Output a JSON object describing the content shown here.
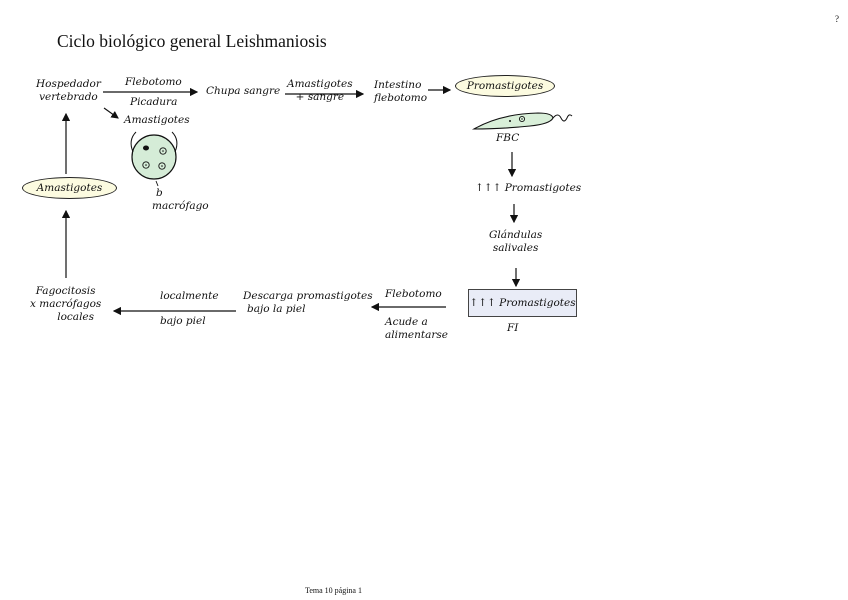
{
  "title": "Ciclo biológico general Leishmaniosis",
  "corner_mark": "?",
  "footer": "Tema 10 página 1",
  "nodes": {
    "hospedador": [
      "Hospedador",
      "vertebrado"
    ],
    "flebotomo_top": "Flebotomo",
    "picadura": "Picadura",
    "chupa_sangre": "Chupa sangre",
    "amastigotes_sangre": [
      "Amastigotes",
      "+ sangre"
    ],
    "intestino": [
      "Intestino",
      "flebotomo"
    ],
    "promastigotes_oval": "Promastigotes",
    "fbc": "FBC",
    "up_promastigotes": "↑↑↑ Promastigotes",
    "glandulas": [
      "Glándulas",
      "salivales"
    ],
    "boxed_promastigotes": "↑↑↑ Promastigotes",
    "fi": "FI",
    "amastigotes_in_macrophage": "Amastigotes",
    "macrofago": [
      "b",
      "macrófago"
    ],
    "amastigotes_oval": "Amastigotes",
    "fagocitosis": [
      "Fagocitosis",
      "x macrófagos",
      "locales"
    ],
    "localmente": "localmente",
    "bajo_piel_left": "bajo piel",
    "descarga": [
      "Descarga promastigotes",
      "bajo la piel"
    ],
    "flebotomo_bottom": "Flebotomo",
    "acude": [
      "Acude a",
      "alimentarse"
    ]
  },
  "colors": {
    "macrophage_fill": "#d5ecd7",
    "oval_fill": "#fcfbe0",
    "box_fill": "#e9ecf7",
    "parasite_fill": "#d9efd9"
  }
}
